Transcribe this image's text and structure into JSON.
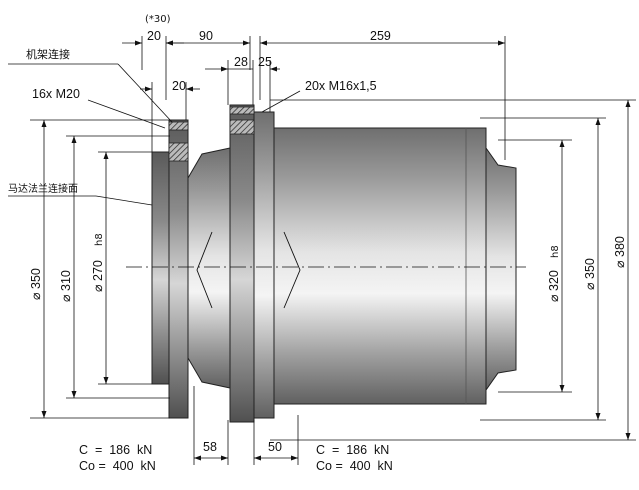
{
  "labels": {
    "frame_connection": "机架连接",
    "motor_flange_face": "马达法兰连接面",
    "bolts_frame": "16x  M20",
    "bolts_motor": "20x M16x1,5",
    "ref_30": "(*30)"
  },
  "dimensions": {
    "top": {
      "d20a": "20",
      "d90": "90",
      "d259": "259",
      "d20b": "20",
      "d28": "28",
      "d25": "25"
    },
    "bottom": {
      "d58": "58",
      "d50": "50"
    },
    "left_diameters": {
      "d350": "⌀ 350",
      "d310": "⌀ 310",
      "d270": "⌀ 270",
      "d270_tol": "h8"
    },
    "right_diameters": {
      "d320": "⌀ 320",
      "d320_tol": "h8",
      "d350": "⌀ 350",
      "d380": "⌀ 380"
    }
  },
  "loads": {
    "left": {
      "c": "C  =  186  kN",
      "co": "Co =  400  kN"
    },
    "right": {
      "c": "C  =  186  kN",
      "co": "Co =  400  kN"
    }
  }
}
